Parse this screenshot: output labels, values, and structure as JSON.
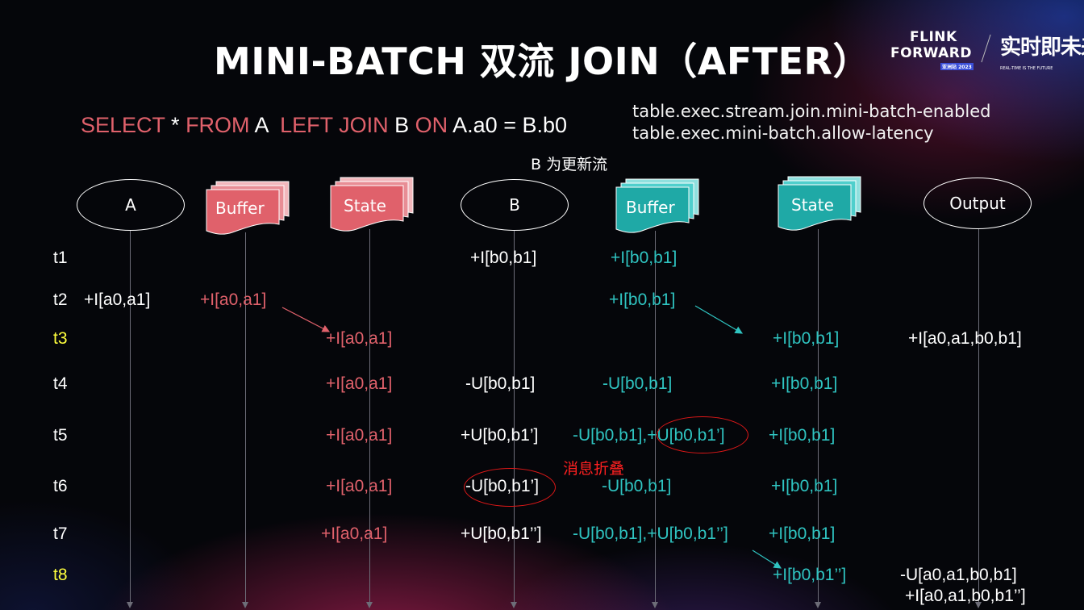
{
  "title": "MINI-BATCH 双流 JOIN（AFTER）",
  "logo": {
    "line1": "FLINK",
    "line2": "FORWARD",
    "asia": "亚洲站 2023",
    "cn": "实时即未来",
    "sub": "REAL-TIME IS THE FUTURE"
  },
  "sql": {
    "select": "SELECT",
    "star_from_a": " * ",
    "from": "FROM",
    "a": " A  ",
    "left_join": "LEFT JOIN",
    "b": " B ",
    "on": "ON",
    "cond": " A.a0 = B.b0"
  },
  "config": [
    "table.exec.stream.join.mini-batch-enabled",
    "table.exec.mini-batch.allow-latency"
  ],
  "note_b_update": "B 为更新流",
  "nodes": {
    "a": "A",
    "buffer_a": "Buffer",
    "state_a": "State",
    "b": "B",
    "buffer_b": "Buffer",
    "state_b": "State",
    "output": "Output"
  },
  "colors": {
    "pink": "#e0616b",
    "teal": "#2fc4c1",
    "yellow": "#ffff3d",
    "red": "#ff2020"
  },
  "times": [
    "t1",
    "t2",
    "t3",
    "t4",
    "t5",
    "t6",
    "t7",
    "t8"
  ],
  "rows": {
    "t1": {
      "b": "+I[b0,b1]",
      "buffer_b": "+I[b0,b1]"
    },
    "t2": {
      "a": "+I[a0,a1]",
      "buffer_a": "+I[a0,a1]",
      "buffer_b": "+I[b0,b1]"
    },
    "t3": {
      "state_a": "+I[a0,a1]",
      "state_b": "+I[b0,b1]",
      "output": "+I[a0,a1,b0,b1]"
    },
    "t4": {
      "state_a": "+I[a0,a1]",
      "b": "-U[b0,b1]",
      "buffer_b": "-U[b0,b1]",
      "state_b": "+I[b0,b1]"
    },
    "t5": {
      "state_a": "+I[a0,a1]",
      "b": "+U[b0,b1’]",
      "buffer_b": "-U[b0,b1],+U[b0,b1’]",
      "state_b": "+I[b0,b1]"
    },
    "t6": {
      "state_a": "+I[a0,a1]",
      "b": "-U[b0,b1’]",
      "buffer_b": "-U[b0,b1]",
      "state_b": "+I[b0,b1]"
    },
    "t7": {
      "state_a": "+I[a0,a1]",
      "b": "+U[b0,b1’’]",
      "buffer_b": "-U[b0,b1],+U[b0,b1’’]",
      "state_b": "+I[b0,b1]"
    },
    "t8": {
      "state_b": "+I[b0,b1’’]",
      "output_1": "-U[a0,a1,b0,b1]",
      "output_2": "+I[a0,a1,b0,b1’’]"
    }
  },
  "annotation_fold": "消息折叠"
}
